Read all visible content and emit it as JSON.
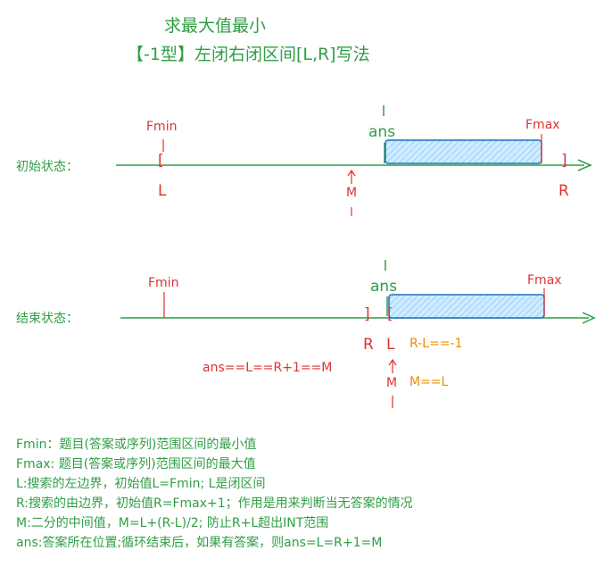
{
  "title": {
    "line1": "求最大值最小",
    "line2": "【-1型】左闭右闭区间[L,R]写法"
  },
  "initial": {
    "state_label": "初始状态：",
    "fmin": "Fmin",
    "fmax": "Fmax",
    "ans": "ans",
    "left_bracket": "[",
    "right_bracket": "]",
    "L": "L",
    "R": "R",
    "M": "M"
  },
  "final": {
    "state_label": "结束状态：",
    "fmin": "Fmin",
    "fmax": "Fmax",
    "ans": "ans",
    "left_bracket": "[",
    "right_bracket": "]",
    "R": "R",
    "L": "L",
    "M": "M",
    "note_r_minus_l": "R-L==-1",
    "note_m_eq_l": "M==L",
    "equation": "ans==L==R+1==M"
  },
  "legend": [
    "Fmin：题目(答案或序列)范围区间的最小值",
    "Fmax: 题目(答案或序列)范围区间的最大值",
    "L:搜索的左边界，初始值L=Fmin; L是闭区间",
    "R:搜索的由边界，初始值R=Fmax+1；作用是用来判断当无答案的情况",
    "M:二分的中间值，M=L+(R-L)/2;  防止R+L超出INT范围",
    "ans:答案所在位置;循环结束后，如果有答案，则ans=L=R+1=M"
  ],
  "colors": {
    "green": "#2f9e44",
    "red": "#e03131",
    "orange": "#f08c00",
    "box_fill": "#a5d8ff",
    "box_stroke": "#1971c2"
  }
}
